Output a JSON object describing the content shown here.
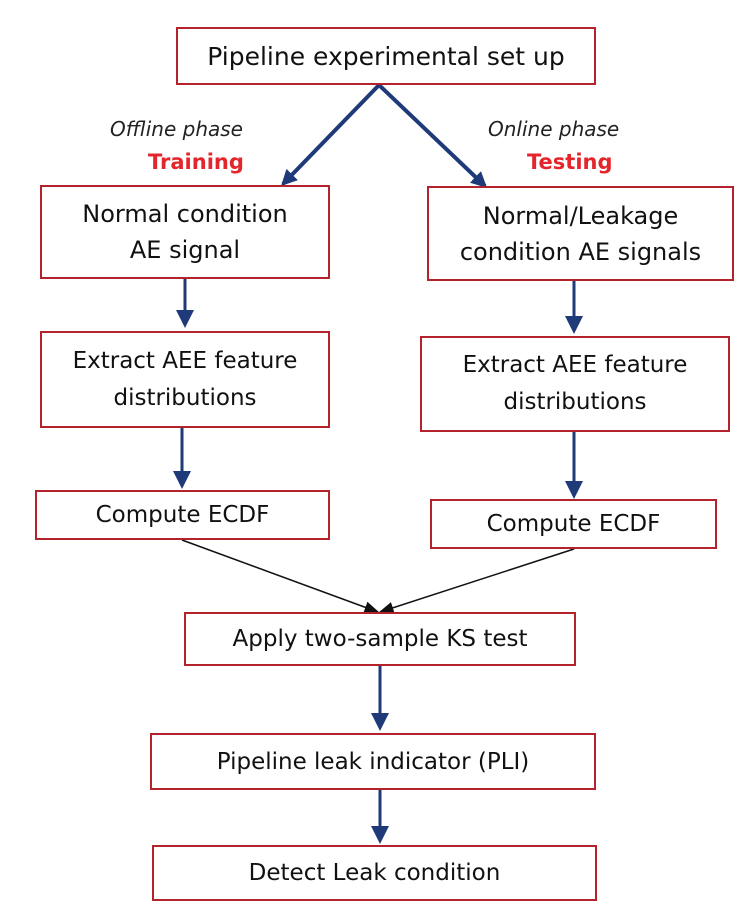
{
  "colors": {
    "box_border": "#b4232c",
    "arrow": "#1f3a78",
    "merge_arrow": "#111111",
    "highlight": "#e3262b"
  },
  "top_box": {
    "label": "Pipeline experimental set up"
  },
  "left_branch": {
    "phase": "Offline phase",
    "subtitle": "Training",
    "signal": [
      "Normal condition",
      "AE signal"
    ],
    "extract": [
      "Extract AEE feature",
      "distributions"
    ],
    "ecdf": "Compute ECDF"
  },
  "right_branch": {
    "phase": "Online phase",
    "subtitle": "Testing",
    "signal": [
      "Normal/Leakage",
      "condition AE signals"
    ],
    "extract": [
      "Extract AEE feature",
      "distributions"
    ],
    "ecdf": "Compute ECDF"
  },
  "ks_test": "Apply two-sample KS test",
  "pli": "Pipeline leak indicator (PLI)",
  "detect": "Detect Leak condition"
}
